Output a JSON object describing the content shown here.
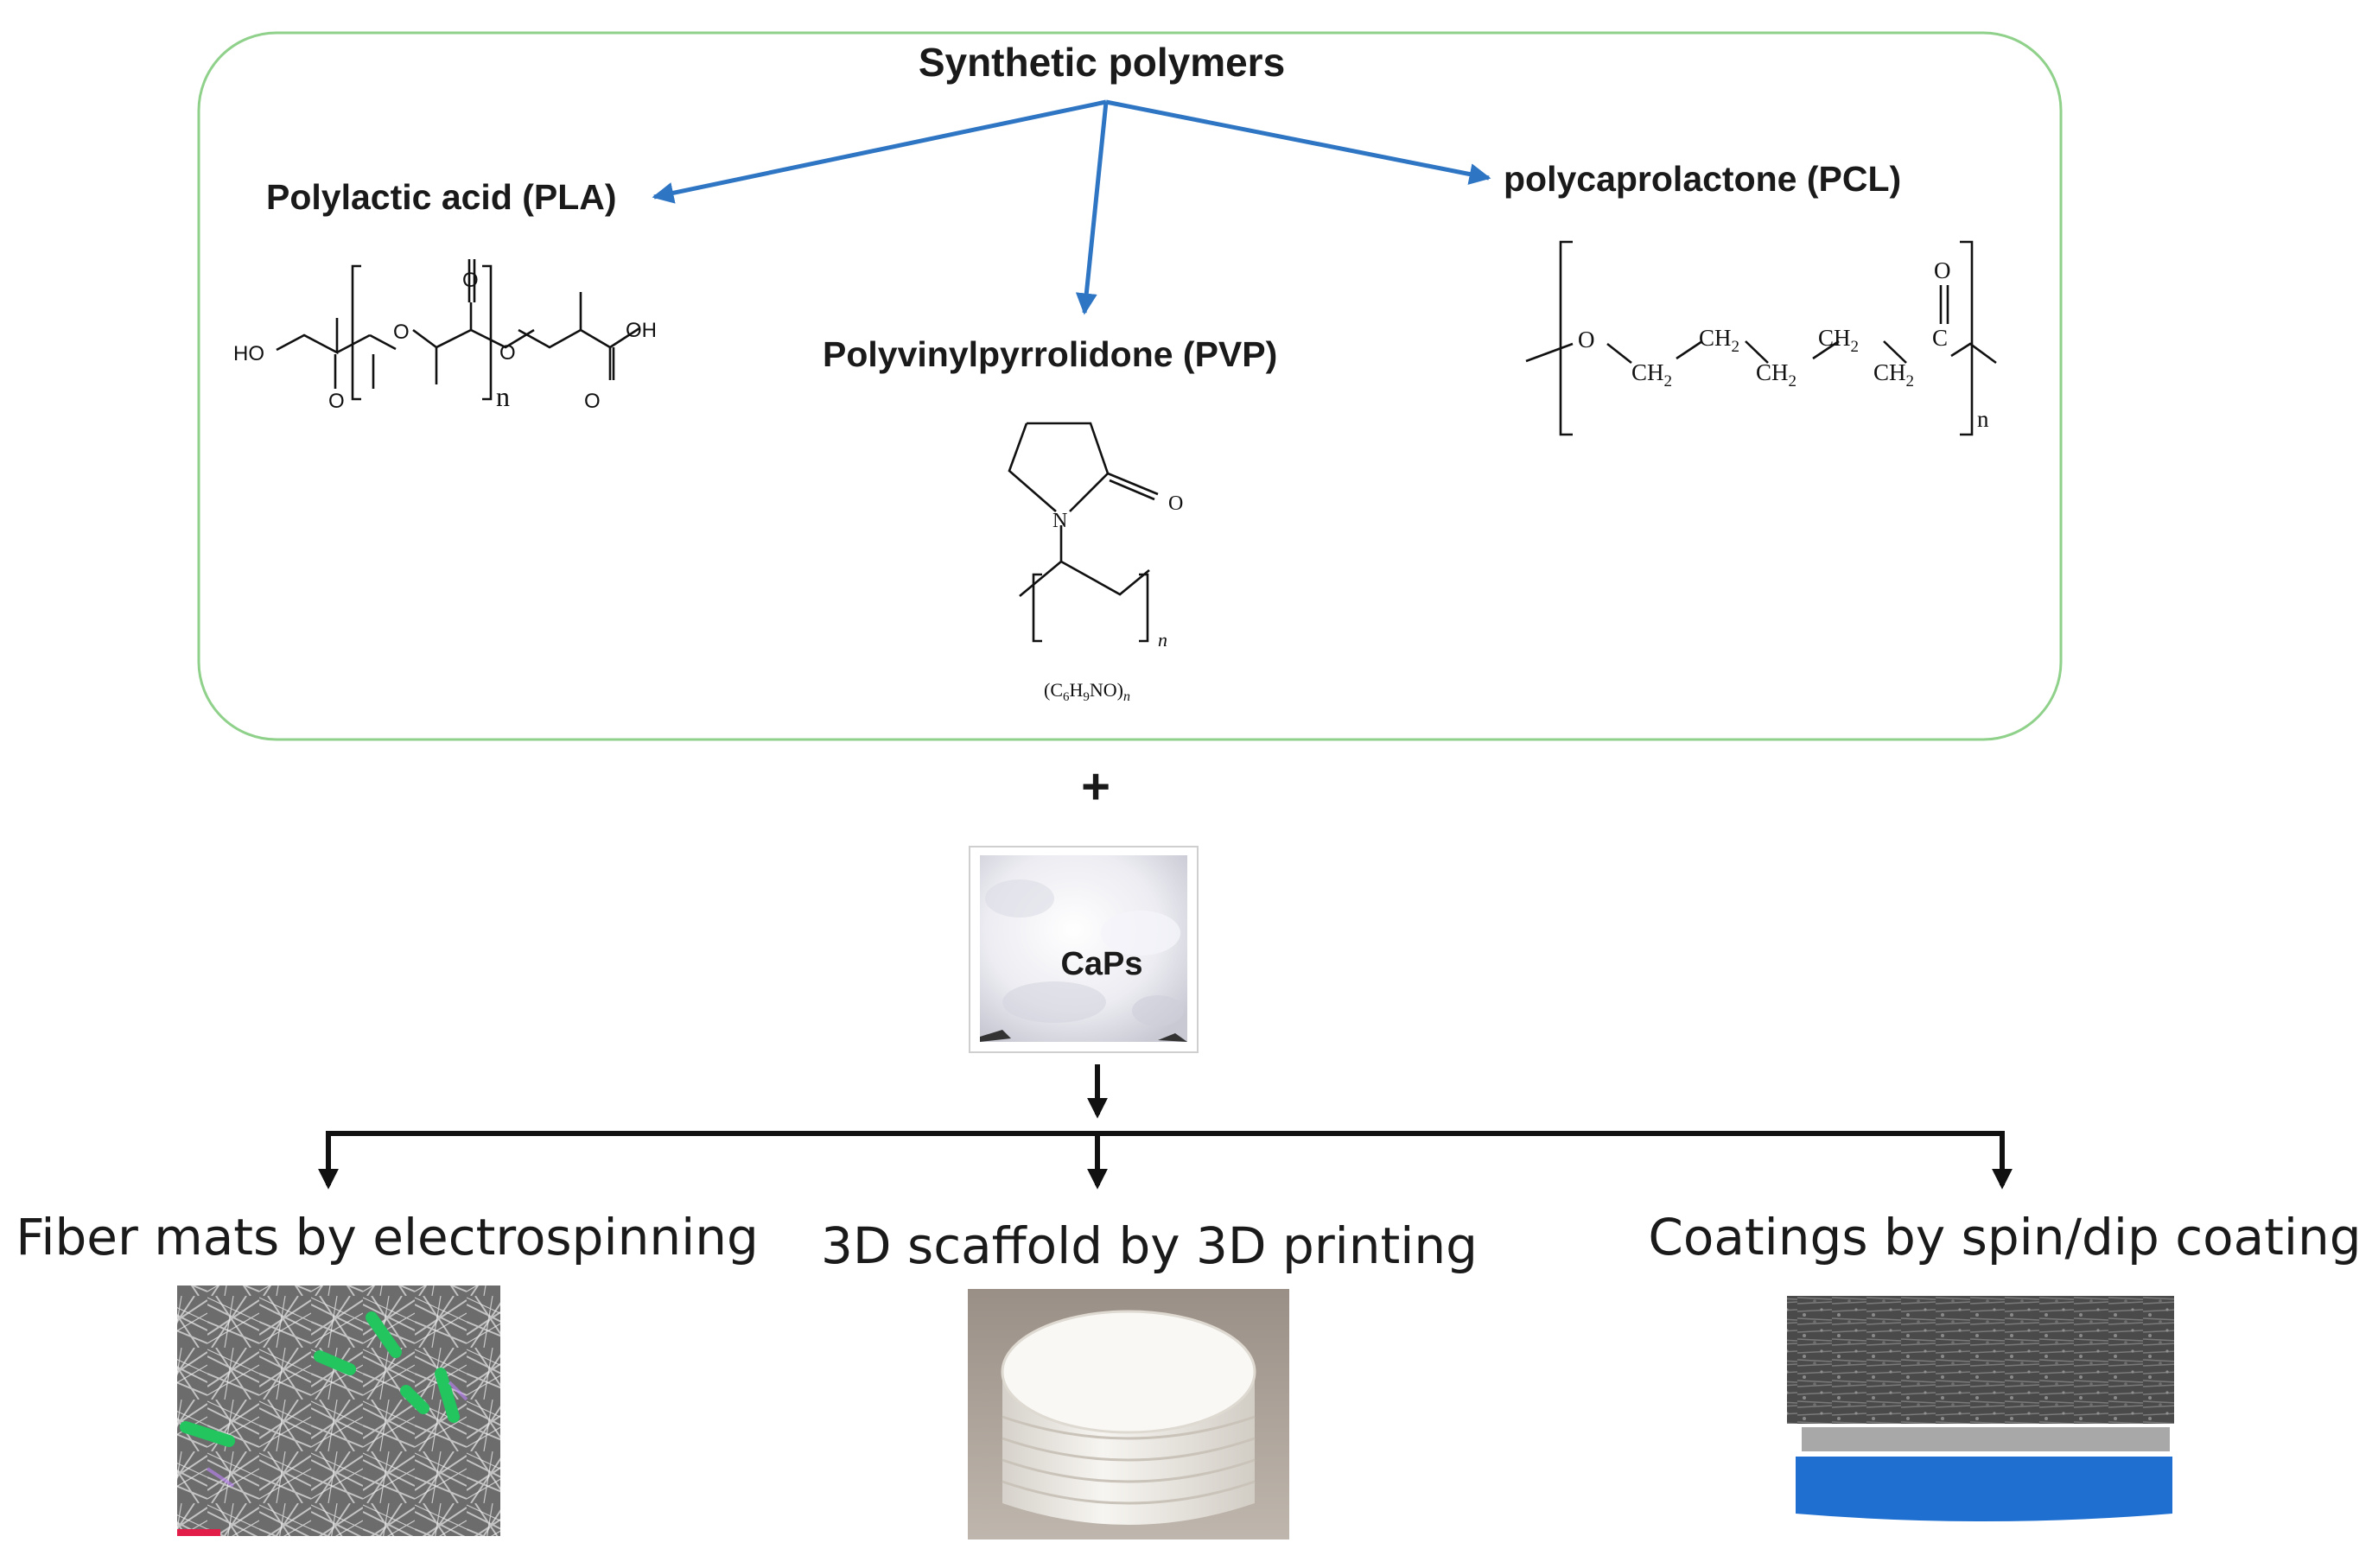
{
  "title": "Synthetic polymers",
  "polymers": [
    {
      "name": "Polylactic acid (PLA)",
      "atoms": {
        "ho": "HO",
        "o": "O",
        "oh": "OH",
        "n": "n"
      }
    },
    {
      "name": "Polyvinylpyrrolidone (PVP)",
      "atoms": {
        "o": "O",
        "n_atom": "N",
        "n": "n"
      },
      "formula": "(C6H9NO)n"
    },
    {
      "name": "polycaprolactone (PCL)",
      "atoms": {
        "o": "O",
        "ch2": "CH2",
        "c": "C",
        "n": "n"
      }
    }
  ],
  "plus": "+",
  "caps_label": "CaPs",
  "outputs": [
    {
      "label": "Fiber mats by electrospinning"
    },
    {
      "label": "3D scaffold by 3D printing"
    },
    {
      "label": "Coatings by spin/dip coating"
    }
  ],
  "colors": {
    "box_border": "#8fd18a",
    "arrow_blue": "#2e75c4",
    "arrow_black": "#111111",
    "fiber_green": "#22c55e",
    "coating_blue": "#1f6fd1",
    "coating_gray": "#a8a8a8"
  }
}
